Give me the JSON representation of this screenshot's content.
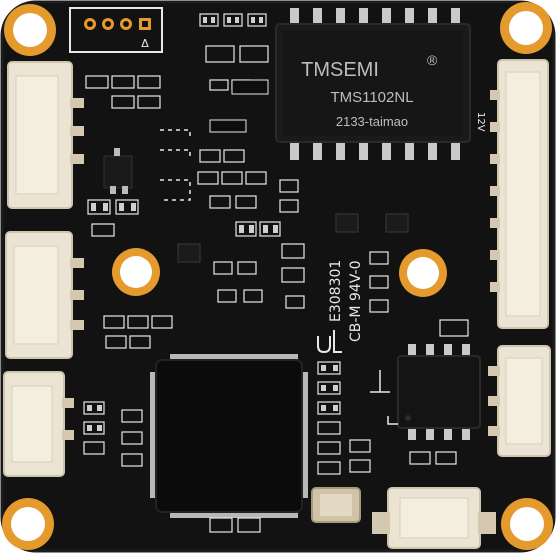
{
  "board": {
    "colors": {
      "substrate": "#121212",
      "substrate_edge": "#1c1c1c",
      "pad_gold": "#e49a2c",
      "pad_hole": "#ffffff",
      "connector": "#ece4d2",
      "silkscreen": "#e8e8e8",
      "chip": "#1a1a1a"
    },
    "transformer": {
      "brand": "TMSEMI",
      "registered_mark": "®",
      "part_number": "TMS1102NL",
      "date_code": "2133-taimao"
    },
    "silkscreen": {
      "cert_line1": "E308301",
      "cert_line2": "CB-M 94V-0",
      "voltage_label": "12V",
      "pin_marker": "Δ"
    }
  }
}
